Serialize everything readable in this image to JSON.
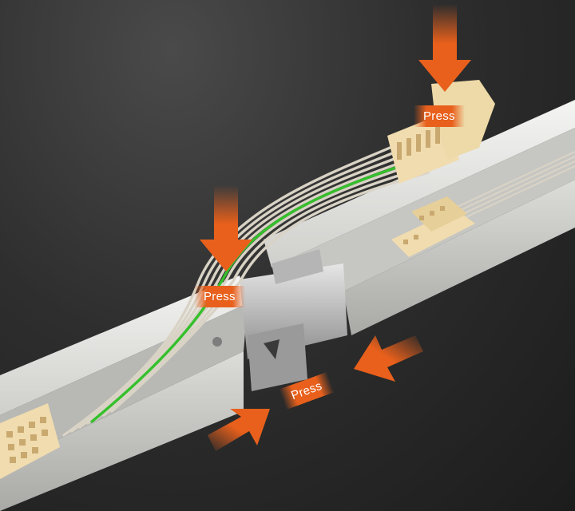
{
  "labels": {
    "press_top": "Press",
    "press_middle": "Press",
    "press_bottom": "Press"
  },
  "colors": {
    "accent_orange": "#e8601c",
    "rail_white": "#e8e8e6",
    "connector_cream": "#f0dcae",
    "wire_grey": "#d9d3c6",
    "ground_wire": "#35c02c",
    "background": "#2b2b2b"
  },
  "icons": {
    "arrows": "arrow-down-icon, arrow-left-icon, arrow-right-icon"
  }
}
